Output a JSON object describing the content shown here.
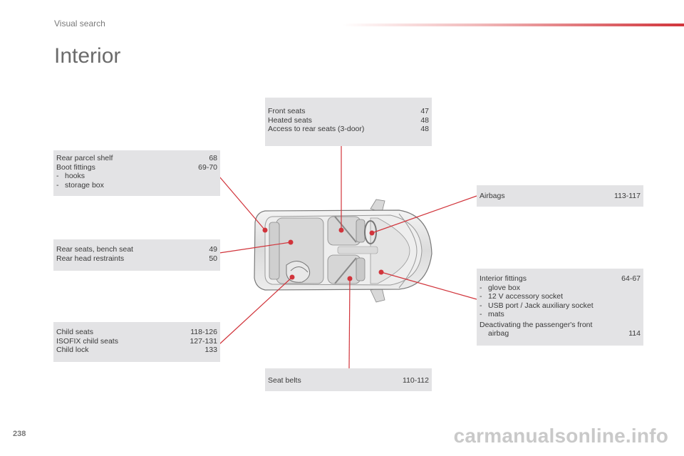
{
  "header": {
    "section": "Visual search"
  },
  "page_title": "Interior",
  "boxes": {
    "front_seats": {
      "items": [
        {
          "label": "Front seats",
          "page": "47"
        },
        {
          "label": "Heated seats",
          "page": "48"
        },
        {
          "label": "Access to rear seats (3-door)",
          "page": "48"
        }
      ]
    },
    "rear_parcel": {
      "items": [
        {
          "label": "Rear parcel shelf",
          "page": "68"
        },
        {
          "label": "Boot fittings",
          "page": "69-70"
        }
      ],
      "subitems": [
        "hooks",
        "storage box"
      ]
    },
    "rear_seats": {
      "items": [
        {
          "label": "Rear seats, bench seat",
          "page": "49"
        },
        {
          "label": "Rear head restraints",
          "page": "50"
        }
      ]
    },
    "child_seats": {
      "items": [
        {
          "label": "Child seats",
          "page": "118-126"
        },
        {
          "label": "ISOFIX child seats",
          "page": "127-131"
        },
        {
          "label": "Child lock",
          "page": "133"
        }
      ]
    },
    "airbags": {
      "items": [
        {
          "label": "Airbags",
          "page": "113-117"
        }
      ]
    },
    "interior_fittings": {
      "title": {
        "label": "Interior fittings",
        "page": "64-67"
      },
      "subitems": [
        "glove box",
        "12 V accessory socket",
        "USB port / Jack auxiliary socket",
        "mats"
      ],
      "deactivating_line1": "Deactivating the passenger's front",
      "deactivating_line2": "airbag",
      "deactivating_page": "114"
    },
    "seat_belts": {
      "items": [
        {
          "label": "Seat belts",
          "page": "110-112"
        }
      ]
    }
  },
  "bullet": "-",
  "page_number": "238",
  "watermark": "carmanualsonline.info",
  "colors": {
    "accent_red": "#d1343b",
    "box_grey": "#e3e3e5"
  }
}
